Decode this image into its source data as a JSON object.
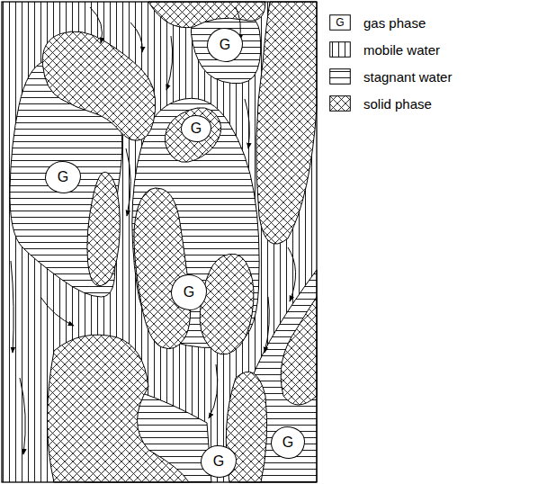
{
  "diagram": {
    "nodes": [
      {
        "text": [
          "G"
        ]
      },
      {
        "text": [
          "G"
        ]
      },
      {
        "text": [
          "G"
        ]
      },
      {
        "text": [
          "G"
        ]
      },
      {
        "text": [
          "G"
        ]
      },
      {
        "text": [
          "G"
        ]
      }
    ],
    "labels": [
      "G"
    ],
    "legend": [
      {
        "text": "gas phase"
      },
      {
        "text": "mobile water"
      },
      {
        "text": "stagnant water"
      },
      {
        "text": "solid phase"
      }
    ]
  }
}
